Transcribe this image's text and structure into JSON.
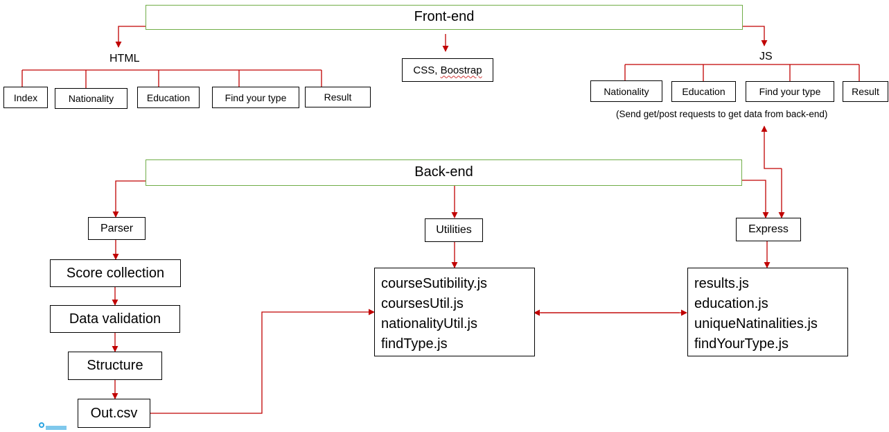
{
  "frontend": {
    "title": "Front-end",
    "html": {
      "label": "HTML",
      "pages": [
        "Index",
        "Nationality",
        "Education",
        "Find your type",
        "Result"
      ]
    },
    "css": {
      "label_prefix": "CSS, ",
      "label_word": "Boostrap"
    },
    "js": {
      "label": "JS",
      "pages": [
        "Nationality",
        "Education",
        "Find your type",
        "Result"
      ],
      "note": "(Send get/post requests to get data from back-end)"
    }
  },
  "backend": {
    "title": "Back-end",
    "parser": {
      "label": "Parser",
      "steps": [
        "Score collection",
        "Data validation",
        "Structure",
        "Out.csv"
      ]
    },
    "utilities": {
      "label": "Utilities",
      "files": [
        "courseSutibility.js",
        "coursesUtil.js",
        "nationalityUtil.js",
        "findType.js"
      ]
    },
    "express": {
      "label": "Express",
      "files": [
        "results.js",
        "education.js",
        "uniqueNatinalities.js",
        "findYourType.js"
      ]
    }
  },
  "colors": {
    "arrow": "#c00000",
    "frame": "#70ad47",
    "box_border": "#000000"
  }
}
